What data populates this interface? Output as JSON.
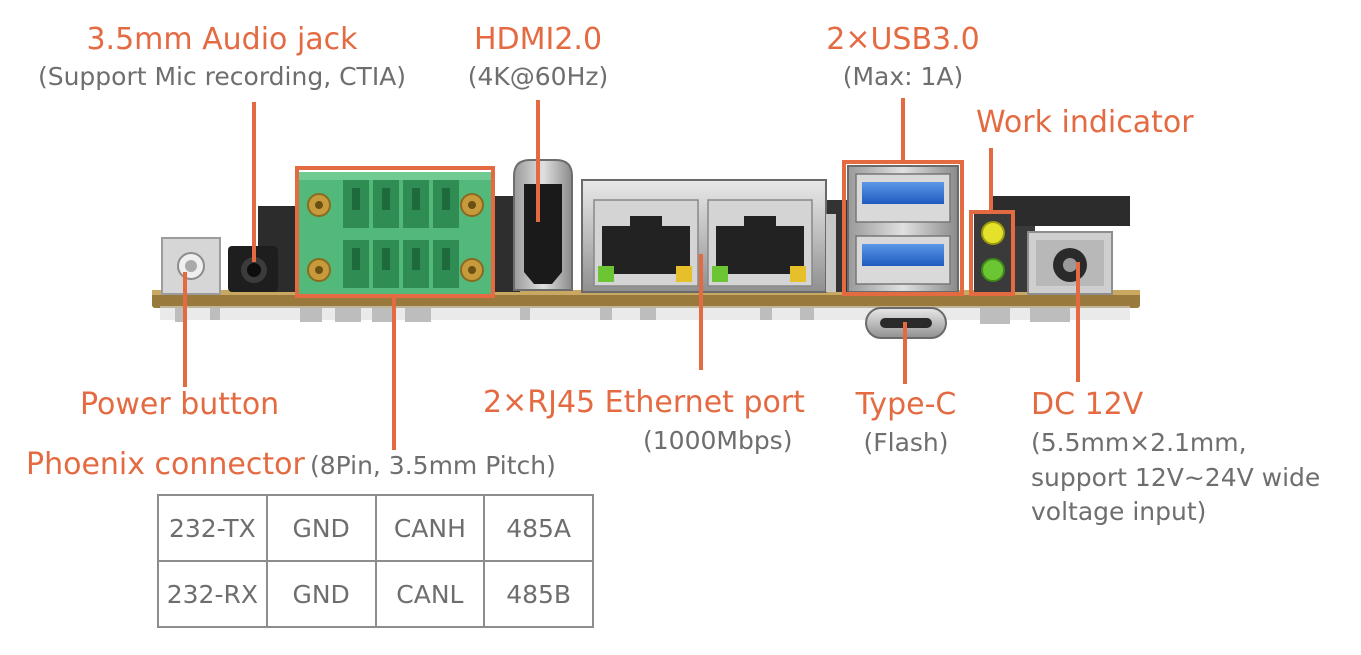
{
  "labels": {
    "audio": {
      "title": "3.5mm Audio jack",
      "sub": "(Support Mic recording, CTIA)"
    },
    "hdmi": {
      "title": "HDMI2.0",
      "sub": "(4K@60Hz)"
    },
    "usb": {
      "title": "2×USB3.0",
      "sub": "(Max: 1A)"
    },
    "work": {
      "title": "Work indicator"
    },
    "power": {
      "title": "Power button"
    },
    "rj45": {
      "title": "2×RJ45 Ethernet port",
      "sub": "(1000Mbps)"
    },
    "typec": {
      "title": "Type-C",
      "sub": "(Flash)"
    },
    "dc": {
      "title": "DC 12V",
      "sub_lines": [
        "(5.5mm×2.1mm,",
        "support 12V~24V wide",
        "voltage input)"
      ]
    },
    "phoenix": {
      "title": "Phoenix connector",
      "sub": "(8Pin, 3.5mm Pitch)"
    }
  },
  "pin_table": {
    "rows": [
      [
        "232-TX",
        "GND",
        "CANH",
        "485A"
      ],
      [
        "232-RX",
        "GND",
        "CANL",
        "485B"
      ]
    ]
  },
  "colors": {
    "accent": "#e46a42",
    "text_gray": "#6e6e6e",
    "connector_green": "#52b97a",
    "usb_blue": "#2e6fd0",
    "led_yellow": "#e5e02a",
    "led_green": "#6cc532"
  }
}
